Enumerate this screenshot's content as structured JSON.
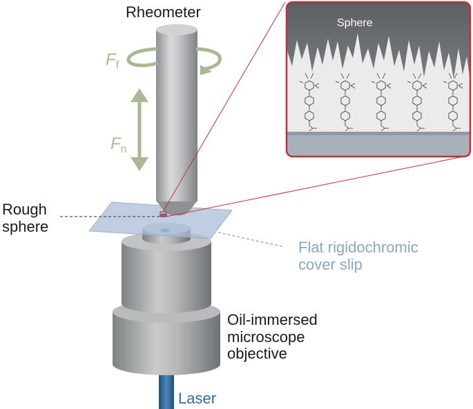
{
  "labels": {
    "rheometer": "Rheometer",
    "friction_force_symbol": "F",
    "friction_force_subscript": "f",
    "normal_force_symbol": "F",
    "normal_force_subscript": "n",
    "rough_sphere_line1": "Rough",
    "rough_sphere_line2": "sphere",
    "cover_slip_line1": "Flat rigidochromic",
    "cover_slip_line2": "cover slip",
    "objective_line1": "Oil-immersed",
    "objective_line2": "microscope",
    "objective_line3": "objective",
    "laser": "Laser",
    "inset_sphere": "Sphere"
  },
  "colors": {
    "force_arrows": "#a9b994",
    "inset_border": "#c0303a",
    "cover_slip": "#a9bdd6",
    "laser_beam": "#3a6e9e",
    "sphere_rough_surface": "#6c6f72",
    "substrate": "#a8b1bb"
  },
  "inset": {
    "molecule_count": 5
  }
}
